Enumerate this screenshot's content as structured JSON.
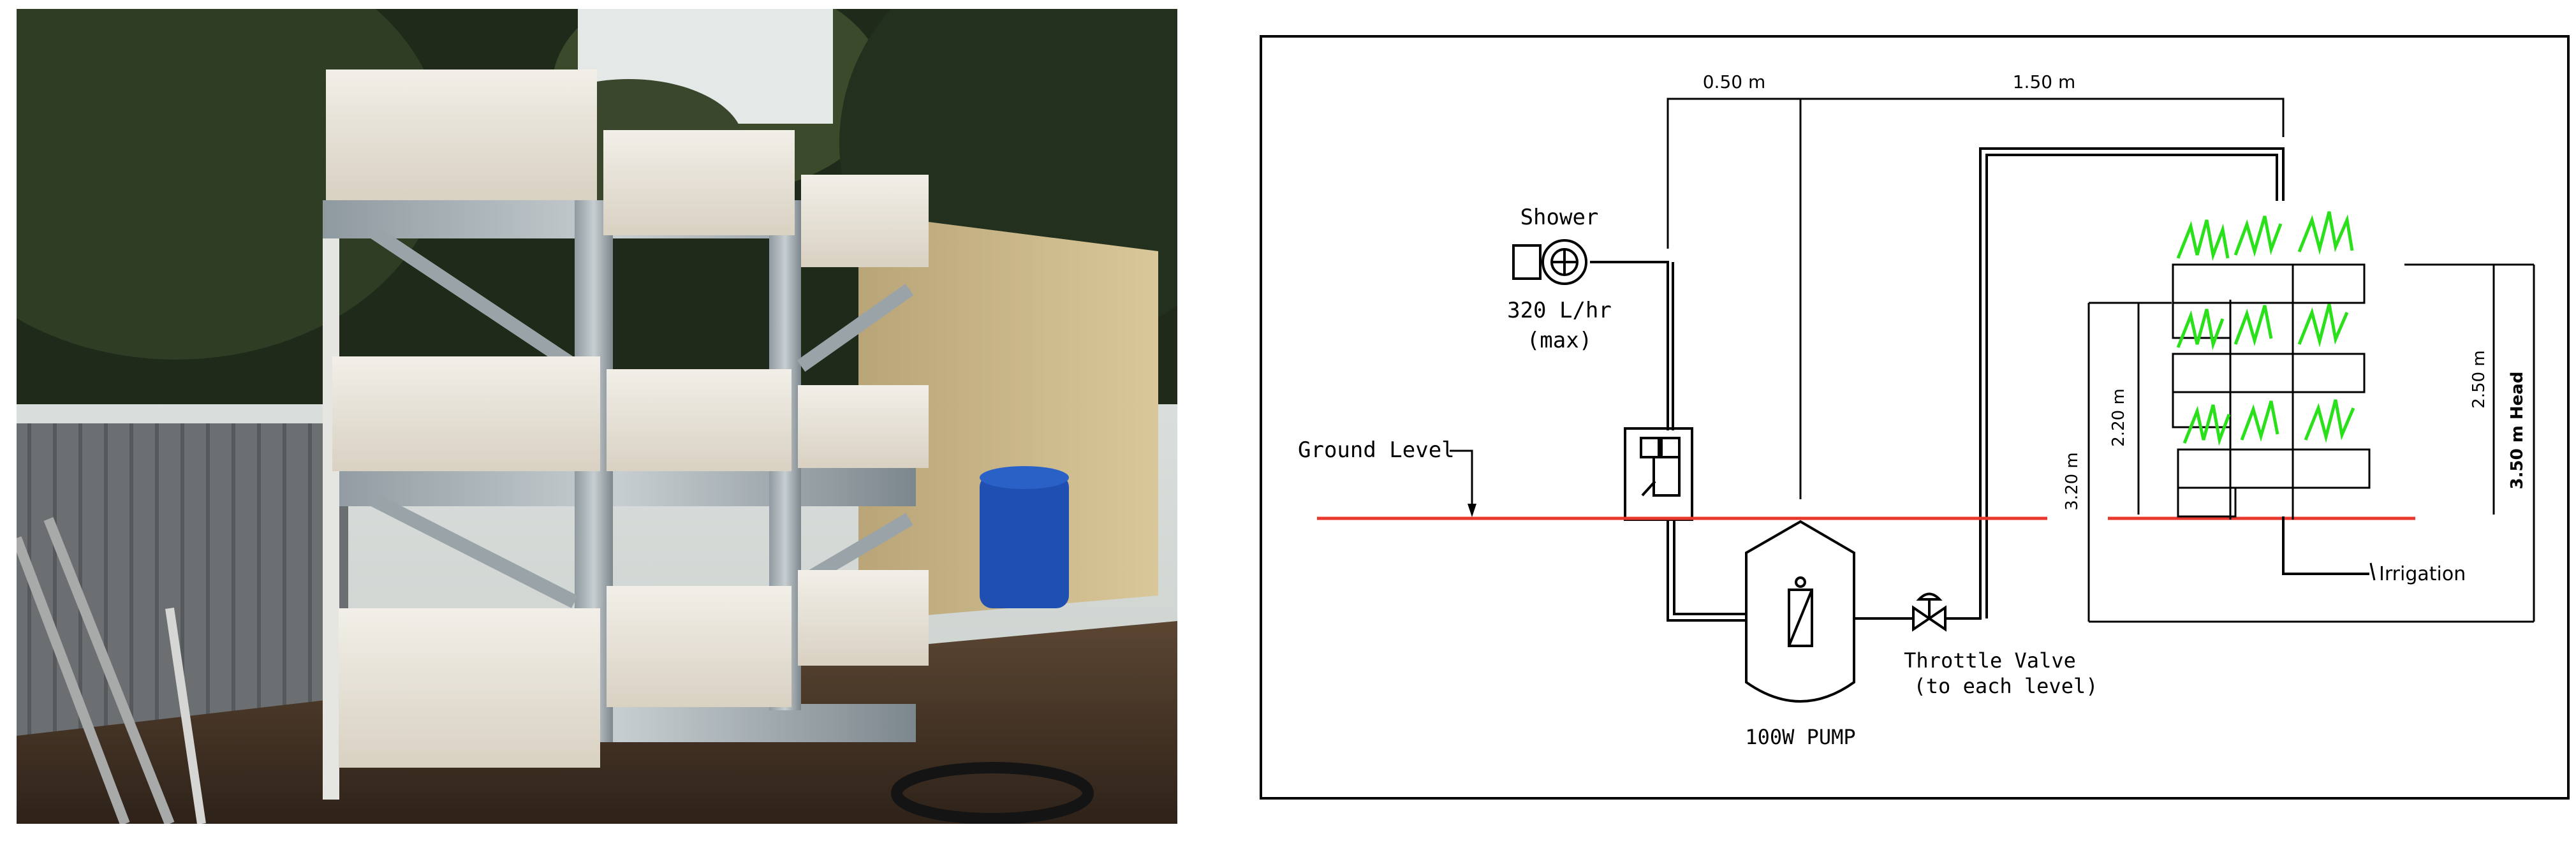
{
  "photo": {
    "icon": "vertical-planter-rack-photo"
  },
  "diagram": {
    "labels": {
      "dim_left": "0.50 m",
      "dim_right": "1.50 m",
      "shower": "Shower",
      "flow_rate": "320 L/hr",
      "flow_note": "(max)",
      "ground_level": "Ground Level",
      "pump": "100W PUMP",
      "valve": "Throttle Valve",
      "valve_note": "(to each level)",
      "irrigation": "Irrigation",
      "h_220": "2.20 m",
      "h_320": "3.20 m",
      "h_250": "2.50 m",
      "h_head": "3.50 m Head"
    },
    "colors": {
      "ground_line": "#e8372c",
      "plants": "#29e01a",
      "line": "#000000"
    }
  }
}
